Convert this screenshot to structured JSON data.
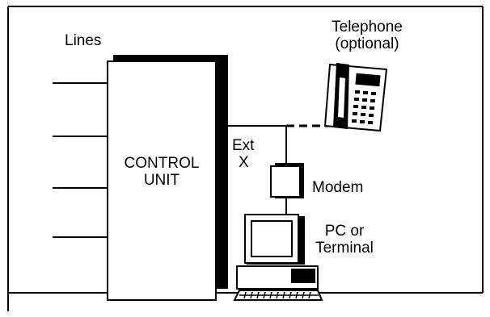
{
  "labels": {
    "lines": "Lines",
    "control_unit_line1": "CONTROL",
    "control_unit_line2": "UNIT",
    "ext_line1": "Ext",
    "ext_line2": "X",
    "telephone_line1": "Telephone",
    "telephone_line2": "(optional)",
    "modem": "Modem",
    "pc_line1": "PC or",
    "pc_line2": "Terminal"
  },
  "colors": {
    "stroke": "#000000",
    "background": "#ffffff"
  },
  "icons": [
    "telephone-icon",
    "modem-icon",
    "pc-terminal-icon"
  ]
}
